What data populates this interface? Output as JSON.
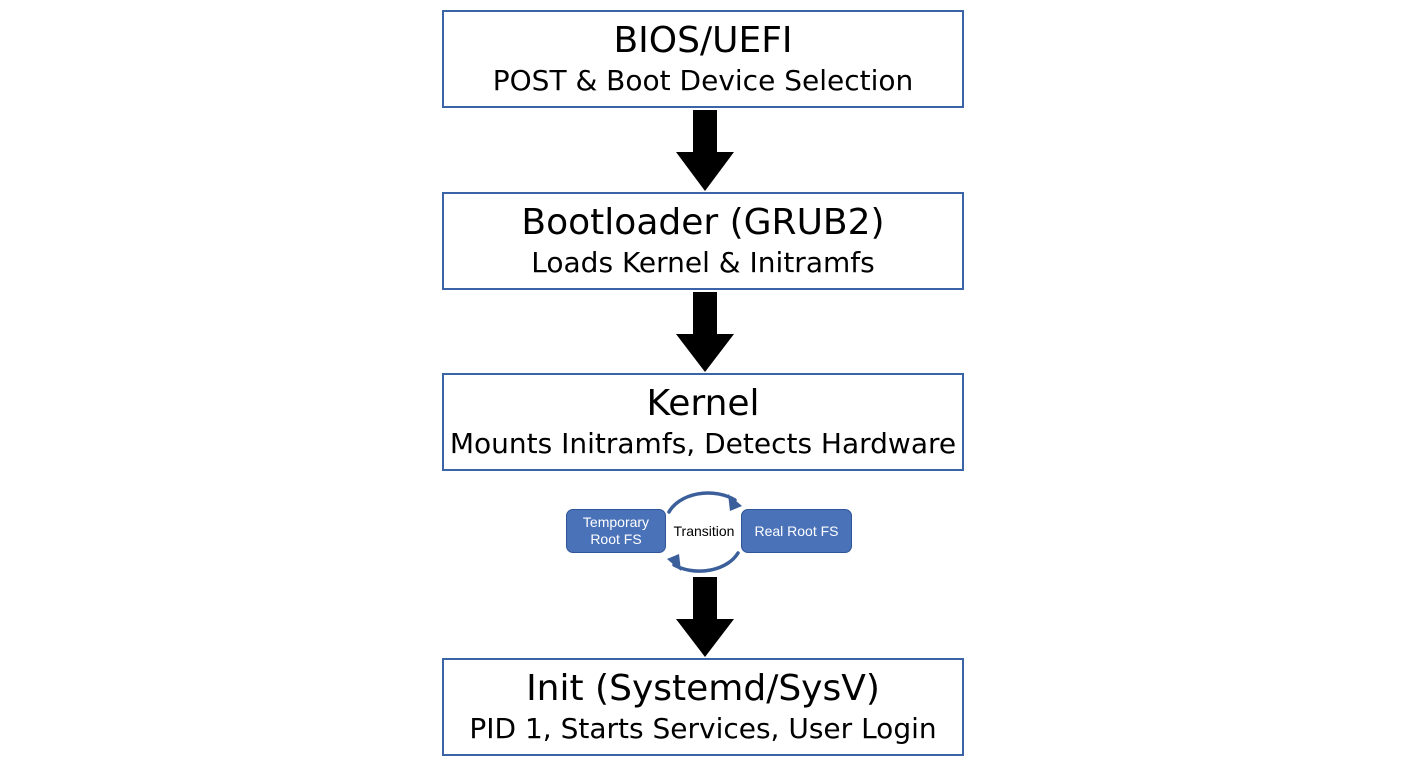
{
  "steps": [
    {
      "title": "BIOS/UEFI",
      "subtitle": "POST & Boot Device Selection"
    },
    {
      "title": "Bootloader (GRUB2)",
      "subtitle": "Loads Kernel & Initramfs"
    },
    {
      "title": "Kernel",
      "subtitle": "Mounts Initramfs, Detects Hardware"
    },
    {
      "title": "Init (Systemd/SysV)",
      "subtitle": "PID 1, Starts Services, User Login"
    }
  ],
  "fs_transition": {
    "from_label": "Temporary\nRoot FS",
    "label": "Transition",
    "to_label": "Real Root FS"
  },
  "colors": {
    "box_border": "#3b63a8",
    "fs_box_fill": "#4a72b8",
    "cycle_arrow": "#3b5f9a",
    "flow_arrow": "#000000"
  },
  "icons": {
    "flow_arrow": "down-arrow-icon",
    "cycle_arrow": "cycle-arrow-icon"
  }
}
